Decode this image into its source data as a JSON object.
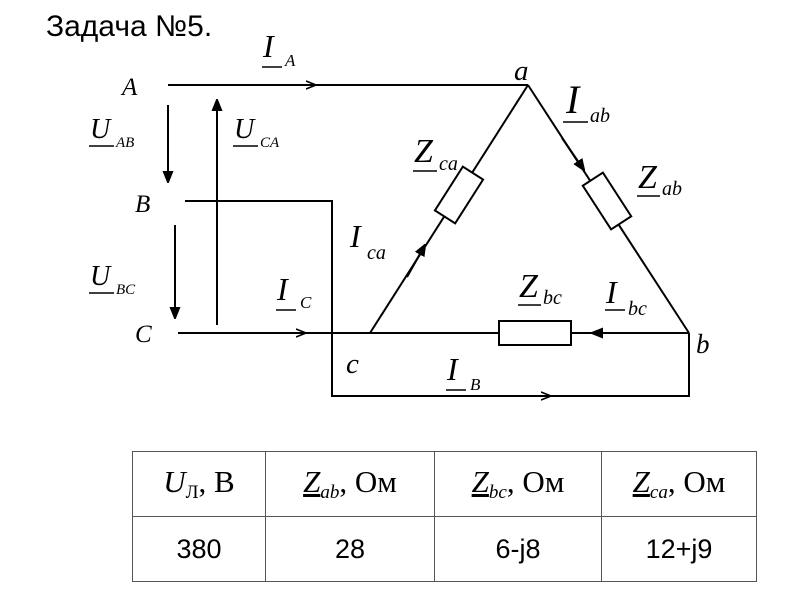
{
  "title": "Задача №5.",
  "diagram": {
    "line_labels": {
      "A": "A",
      "B": "B",
      "C": "C"
    },
    "node_labels": {
      "a": "a",
      "b": "b",
      "c": "c"
    },
    "currents": {
      "IA": {
        "main": "I",
        "sub": "A"
      },
      "IB": {
        "main": "I",
        "sub": "B"
      },
      "IC": {
        "main": "I",
        "sub": "C"
      },
      "Iab": {
        "main": "I",
        "sub": "ab"
      },
      "Ibc": {
        "main": "I",
        "sub": "bc"
      },
      "Ica": {
        "main": "I",
        "sub": "ca"
      }
    },
    "voltages": {
      "UAB": {
        "main": "U",
        "sub": "AB"
      },
      "UCA": {
        "main": "U",
        "sub": "CA"
      },
      "UBC": {
        "main": "U",
        "sub": "BC"
      }
    },
    "impedances": {
      "Zab": {
        "main": "Z",
        "sub": "ab"
      },
      "Zbc": {
        "main": "Z",
        "sub": "bc"
      },
      "Zca": {
        "main": "Z",
        "sub": "ca"
      }
    }
  },
  "table": {
    "headers": [
      {
        "main": "U",
        "sub": "Л",
        "unit": ", В"
      },
      {
        "main": "Z",
        "sub": "ab",
        "unit": ", Ом"
      },
      {
        "main": "Z",
        "sub": "bc",
        "unit": ", Ом"
      },
      {
        "main": "Z",
        "sub": "ca",
        "unit": ", Ом"
      }
    ],
    "values": [
      "380",
      "28",
      "6-j8",
      "12+j9"
    ]
  }
}
